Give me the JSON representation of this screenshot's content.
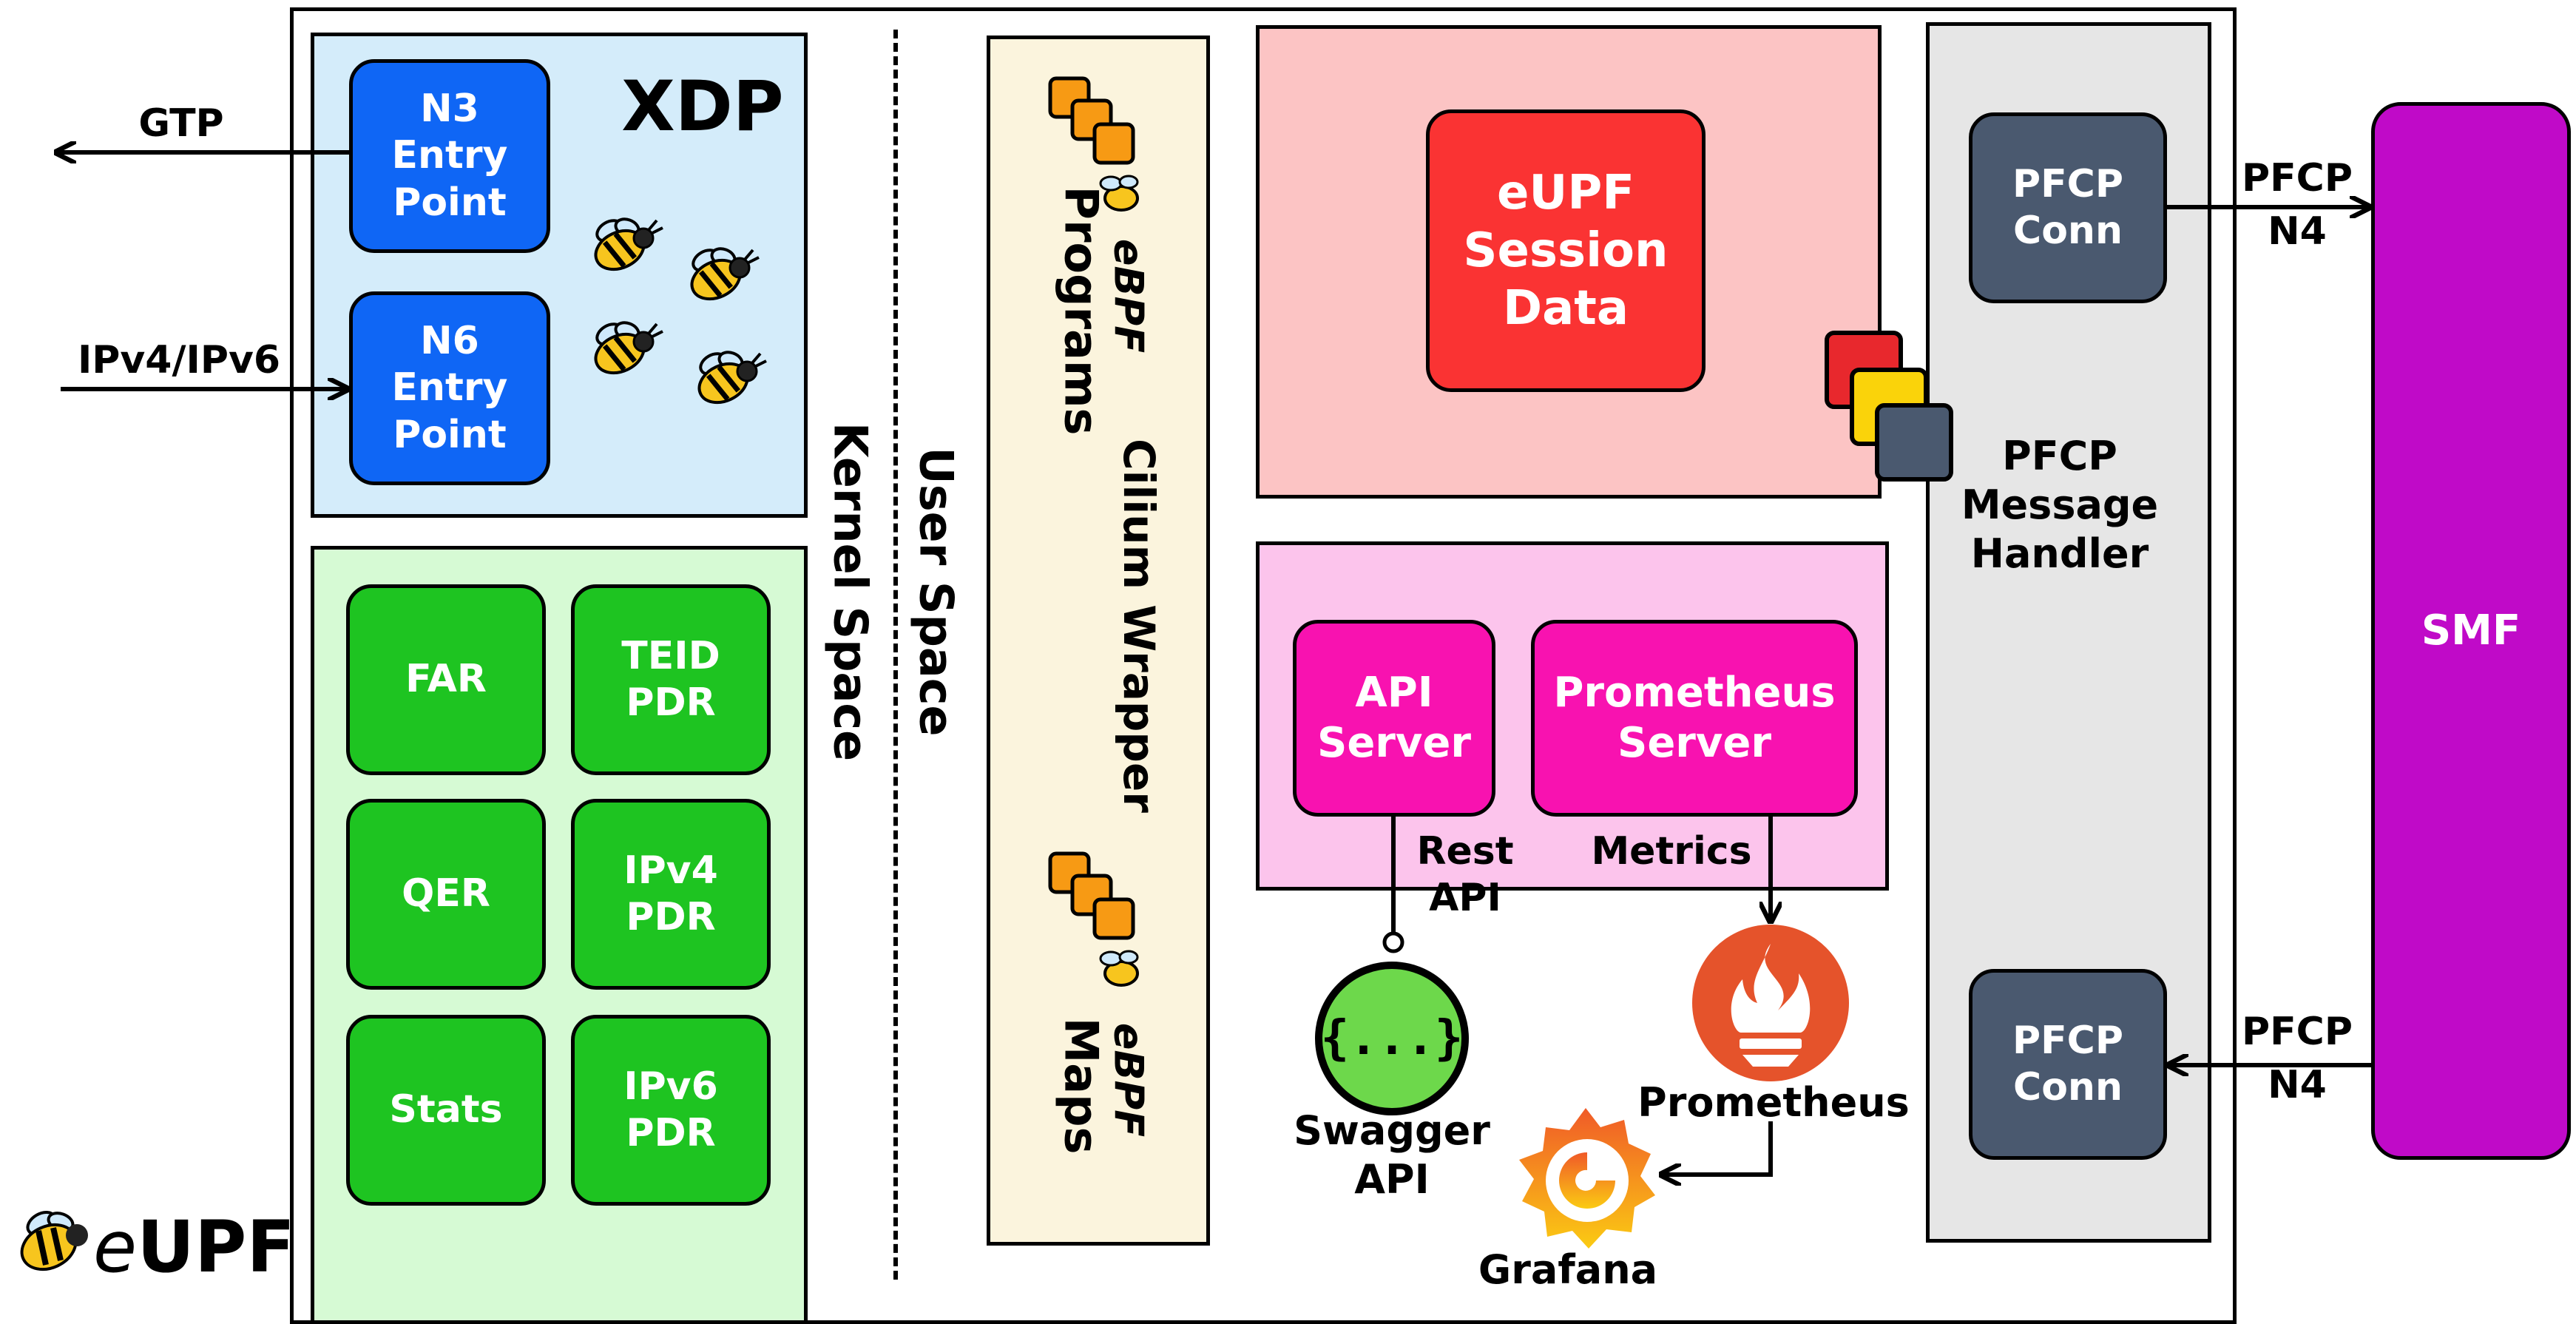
{
  "xdp": {
    "title": "XDP",
    "n3_entry": "N3\nEntry\nPoint",
    "n6_entry": "N6\nEntry\nPoint"
  },
  "external": {
    "gtp_label": "GTP",
    "ip_label": "IPv4/IPv6"
  },
  "maps": {
    "far": "FAR",
    "teid_pdr": "TEID\nPDR",
    "qer": "QER",
    "ipv4_pdr": "IPv4\nPDR",
    "stats": "Stats",
    "ipv6_pdr": "IPv6\nPDR"
  },
  "divider": {
    "kernel_space": "Kernel Space",
    "user_space": "User Space"
  },
  "cilium": {
    "wrapper_label": "Cilium Wrapper",
    "programs_word": "Programs",
    "maps_word": "Maps",
    "ebpf_mark": "eBPF"
  },
  "session": {
    "label": "eUPF\nSession\nData"
  },
  "api": {
    "api_server": "API\nServer",
    "prometheus_server": "Prometheus\nServer",
    "rest_api": "Rest\nAPI",
    "metrics": "Metrics"
  },
  "tools": {
    "swagger": "Swagger\nAPI",
    "swagger_glyph": "{...}",
    "prometheus": "Prometheus",
    "grafana": "Grafana"
  },
  "pfcp": {
    "conn_top": "PFCP\nConn",
    "conn_bottom": "PFCP\nConn",
    "message_handler": "PFCP\nMessage\nHandler",
    "n4_top": "PFCP\nN4",
    "n4_bottom": "PFCP\nN4"
  },
  "smf": {
    "label": "SMF"
  },
  "brand": {
    "e": "e",
    "upf": "UPF"
  },
  "colors": {
    "xdp_bg": "#d4ecfa",
    "entry_blue": "#0f66f5",
    "maps_bg": "#d6fad4",
    "map_green": "#1ec421",
    "cilium_bg": "#fbf4dd",
    "session_bg": "#fcc4c4",
    "session_red": "#fa3333",
    "api_bg": "#fcc4ec",
    "api_magenta": "#f812b0",
    "pfcp_bg": "#e6e6e6",
    "pfcp_slate": "#4a596f",
    "smf_purple": "#c00ac8"
  }
}
